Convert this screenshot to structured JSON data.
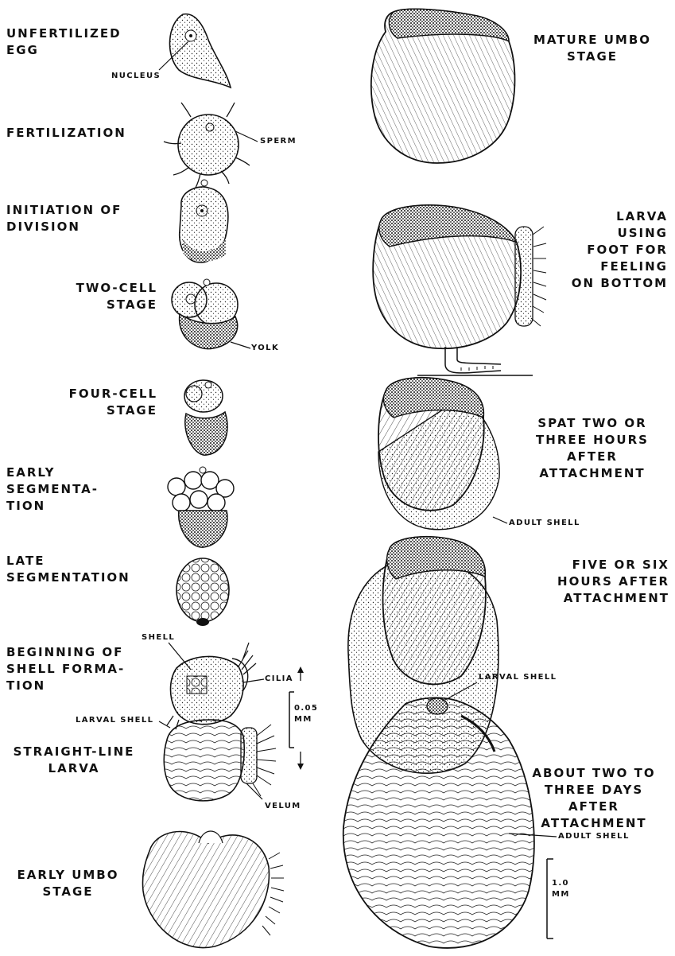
{
  "stages": {
    "unfertilized_egg": "UNFERTILIZED\nEGG",
    "fertilization": "FERTILIZATION",
    "initiation_of_division": "INITIATION OF\nDIVISION",
    "two_cell": "TWO-CELL\nSTAGE",
    "four_cell": "FOUR-CELL\nSTAGE",
    "early_segmentation": "EARLY\nSEGMENTA-\nTION",
    "late_segmentation": "LATE\nSEGMENTATION",
    "shell_formation": "BEGINNING OF\nSHELL FORMA-\nTION",
    "straight_line_larva": "STRAIGHT-LINE\nLARVA",
    "early_umbo": "EARLY UMBO\nSTAGE",
    "mature_umbo": "MATURE UMBO\nSTAGE",
    "larva_foot": "LARVA\nUSING\nFOOT FOR\nFEELING\nON BOTTOM",
    "spat_two_three_hours": "SPAT TWO OR\nTHREE HOURS\nAFTER\nATTACHMENT",
    "five_six_hours": "FIVE OR SIX\nHOURS AFTER\nATTACHMENT",
    "two_three_days": "ABOUT TWO TO\nTHREE DAYS\nAFTER\nATTACHMENT"
  },
  "callouts": {
    "nucleus": "NUCLEUS",
    "sperm": "SPERM",
    "yolk": "YOLK",
    "shell": "SHELL",
    "cilia": "CILIA",
    "larval_shell_left": "LARVAL SHELL",
    "velum": "VELUM",
    "adult_shell_spat": "ADULT SHELL",
    "larval_shell_right": "LARVAL SHELL",
    "adult_shell_days": "ADULT SHELL"
  },
  "scales": {
    "small": "0.05\nMM",
    "large": "1.0\nMM"
  }
}
